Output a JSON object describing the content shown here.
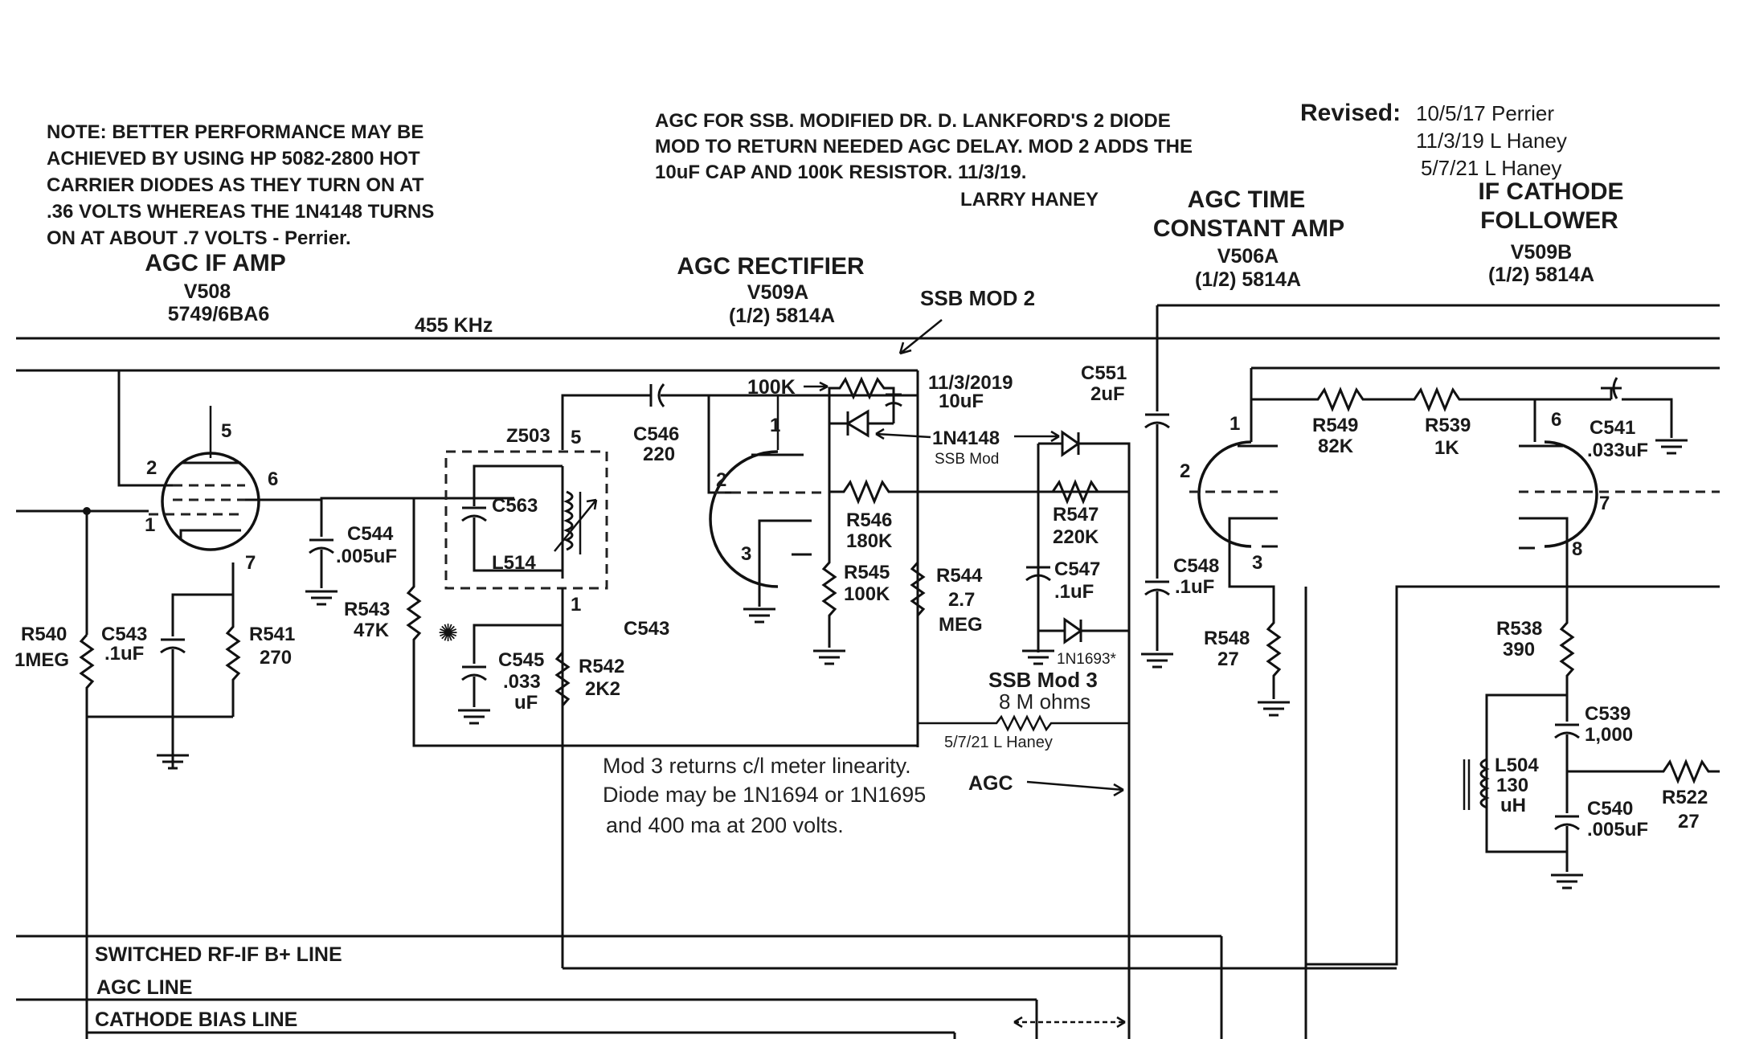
{
  "notes": {
    "note_lines": [
      "NOTE:  BETTER PERFORMANCE MAY BE",
      "ACHIEVED BY USING HP 5082-2800 HOT",
      "CARRIER DIODES AS THEY TURN ON AT",
      ".36 VOLTS WHEREAS THE 1N4148 TURNS",
      "ON AT ABOUT .7 VOLTS - Perrier."
    ],
    "agc_ssb_lines": [
      "AGC FOR SSB. MODIFIED DR. D. LANKFORD'S 2 DIODE",
      "MOD TO RETURN  NEEDED AGC DELAY. MOD 2 ADDS THE",
      "10uF CAP AND 100K RESISTOR. 11/3/19.",
      "LARRY HANEY"
    ],
    "revised_label": "Revised:",
    "revised_lines": [
      "10/5/17  Perrier",
      "11/3/19 L Haney",
      "5/7/21  L Haney"
    ],
    "mod3_lines": [
      "Mod 3 returns c/l meter linearity.",
      "Diode may be 1N1694 or 1N1695",
      "and 400 ma at 200 volts."
    ]
  },
  "stages": {
    "agc_if_amp": {
      "title": "AGC IF AMP",
      "tube": "V508",
      "type": "5749/6BA6"
    },
    "agc_rectifier": {
      "title": "AGC RECTIFIER",
      "tube": "V509A",
      "type": "(1/2) 5814A"
    },
    "agc_time_constant": {
      "title1": "AGC TIME",
      "title2": "CONSTANT AMP",
      "tube": "V506A",
      "type": "(1/2) 5814A"
    },
    "if_cathode_follower": {
      "title1": "IF CATHODE",
      "title2": "FOLLOWER",
      "tube": "V509B",
      "type": "(1/2) 5814A"
    }
  },
  "labels": {
    "freq": "455 KHz",
    "ssb_mod2": "SSB MOD 2",
    "mod2_date": "11/3/2019",
    "mod2_cap": "10uF",
    "r100k": "100K",
    "diode_1n4148": "1N4148",
    "ssb_mod_small": "SSB Mod",
    "diode_1n1693": "1N1693*",
    "ssb_mod3": "SSB Mod 3",
    "eight_m_ohms": "8 M ohms",
    "mod3_date": "5/7/21 L Haney",
    "agc_arrow": "AGC",
    "switched_line": "SWITCHED RF-IF B+ LINE",
    "agc_line": "AGC LINE",
    "cathode_bias_line": "CATHODE BIAS LINE"
  },
  "components": {
    "z503": "Z503",
    "c563": "C563",
    "l514": "L514",
    "c546": [
      "C546",
      "220"
    ],
    "c544": [
      "C544",
      ".005uF"
    ],
    "r543": [
      "R543",
      "47K"
    ],
    "c545": [
      "C545",
      ".033",
      "uF"
    ],
    "r542": [
      "R542",
      "2K2"
    ],
    "c543_mid": "C543",
    "r540": [
      "R540",
      "1MEG"
    ],
    "c543": [
      "C543",
      ".1uF"
    ],
    "r541": [
      "R541",
      "270"
    ],
    "r546": [
      "R546",
      "180K"
    ],
    "r545": [
      "R545",
      "100K"
    ],
    "r544": [
      "R544",
      "2.7",
      "MEG"
    ],
    "r547": [
      "R547",
      "220K"
    ],
    "c547": [
      "C547",
      ".1uF"
    ],
    "c551": [
      "C551",
      "2uF"
    ],
    "c548": [
      "C548",
      ".1uF"
    ],
    "r548": [
      "R548",
      "27"
    ],
    "r549": [
      "R549",
      "82K"
    ],
    "r539": [
      "R539",
      "1K"
    ],
    "c541": [
      "C541",
      ".033uF"
    ],
    "r538": [
      "R538",
      "390"
    ],
    "c539": [
      "C539",
      "1,000"
    ],
    "l504": [
      "L504",
      "130",
      "uH"
    ],
    "c540": [
      "C540",
      ".005uF"
    ],
    "r522": [
      "R522",
      "27"
    ]
  },
  "pins": {
    "v508": [
      "5",
      "2",
      "6",
      "1",
      "7"
    ],
    "z503": [
      "5",
      "1"
    ],
    "v509a": [
      "1",
      "2",
      "3"
    ],
    "v506a": [
      "1",
      "2",
      "3"
    ],
    "v509b": [
      "6",
      "7",
      "8"
    ]
  }
}
